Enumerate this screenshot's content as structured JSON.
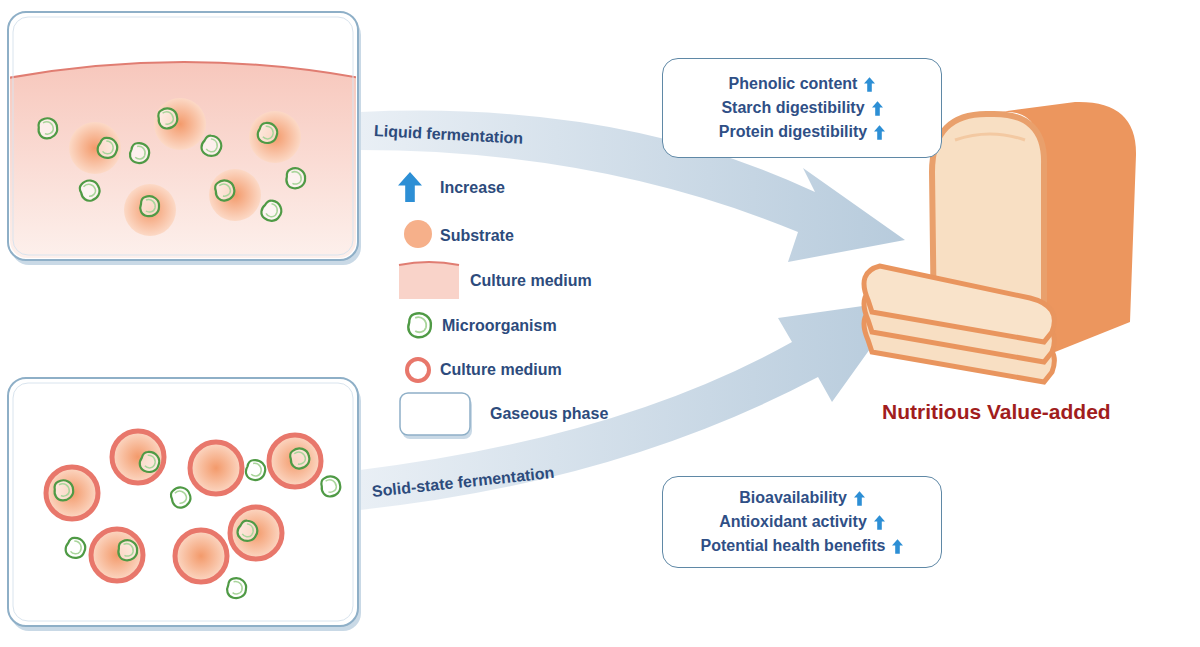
{
  "diagram": {
    "nodes": [
      {
        "text": [
          "Phenolic content",
          "Starch digestibility",
          "Protein digestibility"
        ]
      },
      {
        "text": [
          "Bioavailability",
          "Antioxidant activity",
          "Potential health benefits"
        ]
      }
    ],
    "labels": [
      "Liquid fermentation",
      "Solid-state fermentation",
      "Nutritious Value-added"
    ],
    "legend": [
      {
        "text": "Increase"
      },
      {
        "text": "Substrate",
        "color": "#f6b08a"
      },
      {
        "text": "Culture medium",
        "color": "#f9d3c9"
      },
      {
        "text": "Microorganism"
      },
      {
        "text": "Culture medium"
      },
      {
        "text": "Gaseous phase"
      }
    ]
  }
}
